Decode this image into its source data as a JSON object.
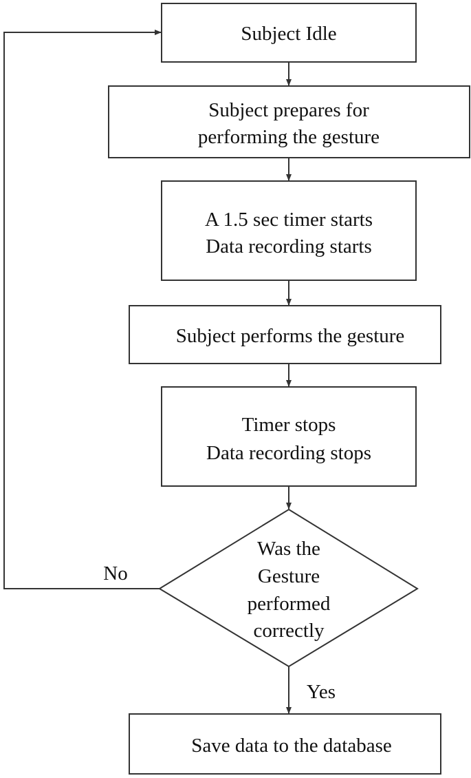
{
  "flowchart": {
    "steps": [
      {
        "lines": [
          "Subject Idle"
        ]
      },
      {
        "lines": [
          "Subject prepares for",
          "performing the gesture"
        ]
      },
      {
        "lines": [
          "A 1.5 sec timer starts",
          "Data recording starts"
        ]
      },
      {
        "lines": [
          "Subject performs the gesture"
        ]
      },
      {
        "lines": [
          "Timer stops",
          "Data recording stops"
        ]
      }
    ],
    "decision": {
      "lines": [
        "Was the",
        "Gesture",
        "performed",
        "correctly"
      ]
    },
    "final_step": {
      "lines": [
        "Save data to the database"
      ]
    },
    "edge_labels": {
      "no": "No",
      "yes": "Yes"
    }
  }
}
